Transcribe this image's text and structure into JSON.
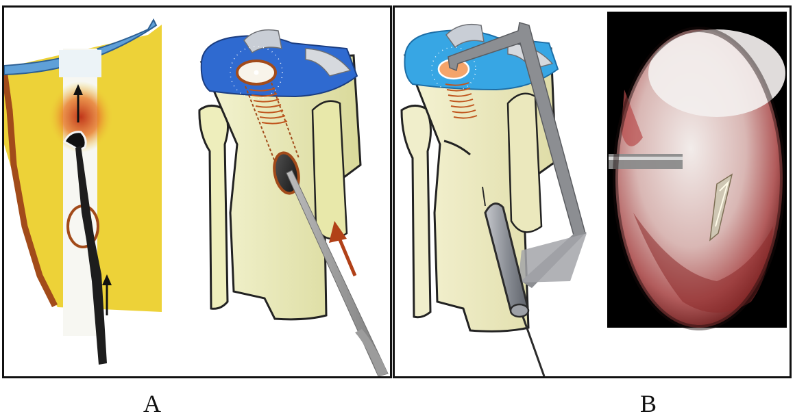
{
  "figure": {
    "panels": [
      {
        "id": "A",
        "label": "A"
      },
      {
        "id": "B",
        "label": "B"
      }
    ],
    "colors": {
      "bone_section": "#edd238",
      "cortex": "#a24b1a",
      "cartilage": "#5fa0d8",
      "tibia_shaft": "#eeeebc",
      "plateau_blue": "#2f6ad0",
      "plateau_cyan": "#37a6e4",
      "instrument": "#222222",
      "guide_grey": "#8c8e92",
      "direction_arrow": "#b14118",
      "arthroscopy_bg": "#000000"
    },
    "icons": [
      "drill-instrument",
      "guide-wire",
      "trocar",
      "arrow-up"
    ]
  }
}
